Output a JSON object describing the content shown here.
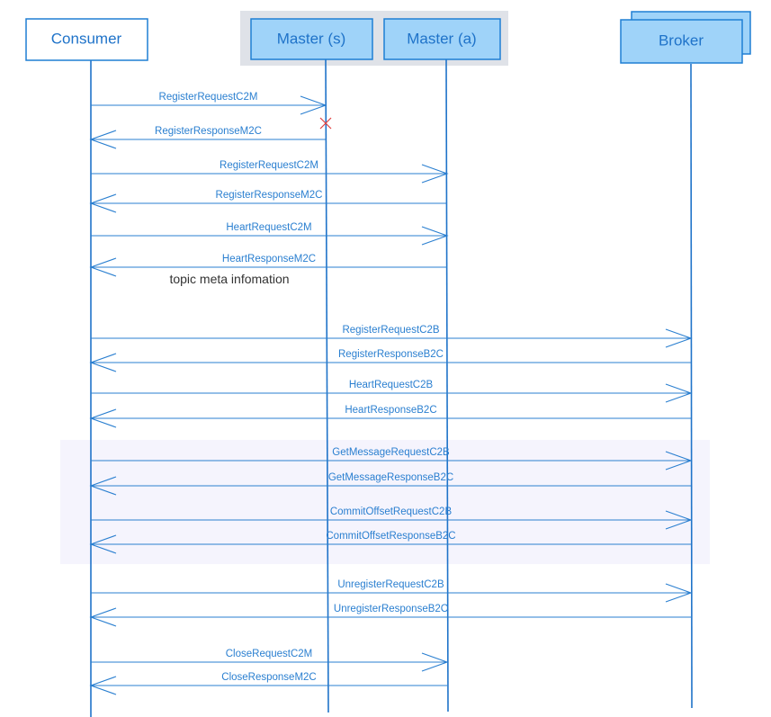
{
  "participants": [
    {
      "id": "consumer",
      "label": "Consumer",
      "style": "plain"
    },
    {
      "id": "master_s",
      "label": "Master (s)",
      "style": "filled"
    },
    {
      "id": "master_a",
      "label": "Master (a)",
      "style": "filled"
    },
    {
      "id": "broker",
      "label": "Broker",
      "style": "filled-stacked"
    }
  ],
  "messages": [
    {
      "from": "consumer",
      "to": "master_s",
      "label": "RegisterRequestC2M"
    },
    {
      "from": "master_s",
      "to": "consumer",
      "label": "RegisterResponseM2C",
      "failed": true
    },
    {
      "from": "consumer",
      "to": "master_a",
      "label": "RegisterRequestC2M"
    },
    {
      "from": "master_a",
      "to": "consumer",
      "label": "RegisterResponseM2C"
    },
    {
      "from": "consumer",
      "to": "master_a",
      "label": "HeartRequestC2M"
    },
    {
      "from": "master_a",
      "to": "consumer",
      "label": "HeartResponseM2C"
    },
    {
      "from": "consumer",
      "to": "broker",
      "label": "RegisterRequestC2B"
    },
    {
      "from": "broker",
      "to": "consumer",
      "label": "RegisterResponseB2C"
    },
    {
      "from": "consumer",
      "to": "broker",
      "label": "HeartRequestC2B"
    },
    {
      "from": "broker",
      "to": "consumer",
      "label": "HeartResponseB2C"
    },
    {
      "from": "consumer",
      "to": "broker",
      "label": "GetMessageRequestC2B"
    },
    {
      "from": "broker",
      "to": "consumer",
      "label": "GetMessageResponseB2C"
    },
    {
      "from": "consumer",
      "to": "broker",
      "label": "CommitOffsetRequestC2B"
    },
    {
      "from": "broker",
      "to": "consumer",
      "label": "CommitOffsetResponseB2C"
    },
    {
      "from": "consumer",
      "to": "broker",
      "label": "UnregisterRequestC2B"
    },
    {
      "from": "broker",
      "to": "consumer",
      "label": "UnregisterResponseB2C"
    },
    {
      "from": "consumer",
      "to": "master_a",
      "label": "CloseRequestC2M"
    },
    {
      "from": "master_a",
      "to": "consumer",
      "label": "CloseResponseM2C"
    }
  ],
  "note": "topic meta infomation",
  "colors": {
    "line": "#2a7fd0",
    "box_fill": "#9fd3f9",
    "group_background": "#dfe2e8",
    "loop_background": "#f5f4fd",
    "failure_mark": "#e04040"
  }
}
